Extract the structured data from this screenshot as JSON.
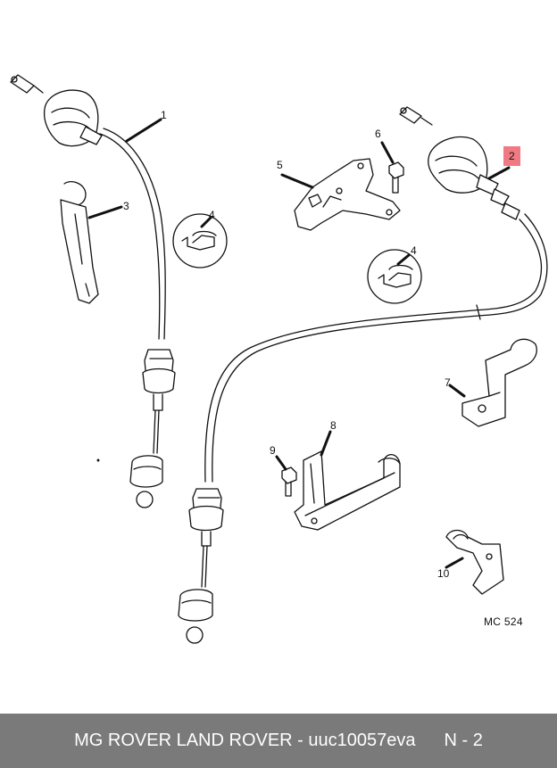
{
  "callouts": [
    {
      "id": "1",
      "text": "1"
    },
    {
      "id": "2",
      "text": "2"
    },
    {
      "id": "3",
      "text": "3"
    },
    {
      "id": "4a",
      "text": "4"
    },
    {
      "id": "4b",
      "text": "4"
    },
    {
      "id": "5",
      "text": "5"
    },
    {
      "id": "6",
      "text": "6"
    },
    {
      "id": "7",
      "text": "7"
    },
    {
      "id": "8",
      "text": "8"
    },
    {
      "id": "9",
      "text": "9"
    },
    {
      "id": "10",
      "text": "10"
    }
  ],
  "drawing_code": "MC 524",
  "footer": {
    "brands": "MG ROVER LAND ROVER - uuc10057eva",
    "page": "N - 2"
  },
  "colors": {
    "highlight": "#f07a82",
    "footer_bg": "#7a7a7a",
    "footer_text": "#ffffff",
    "line": "#111111"
  }
}
